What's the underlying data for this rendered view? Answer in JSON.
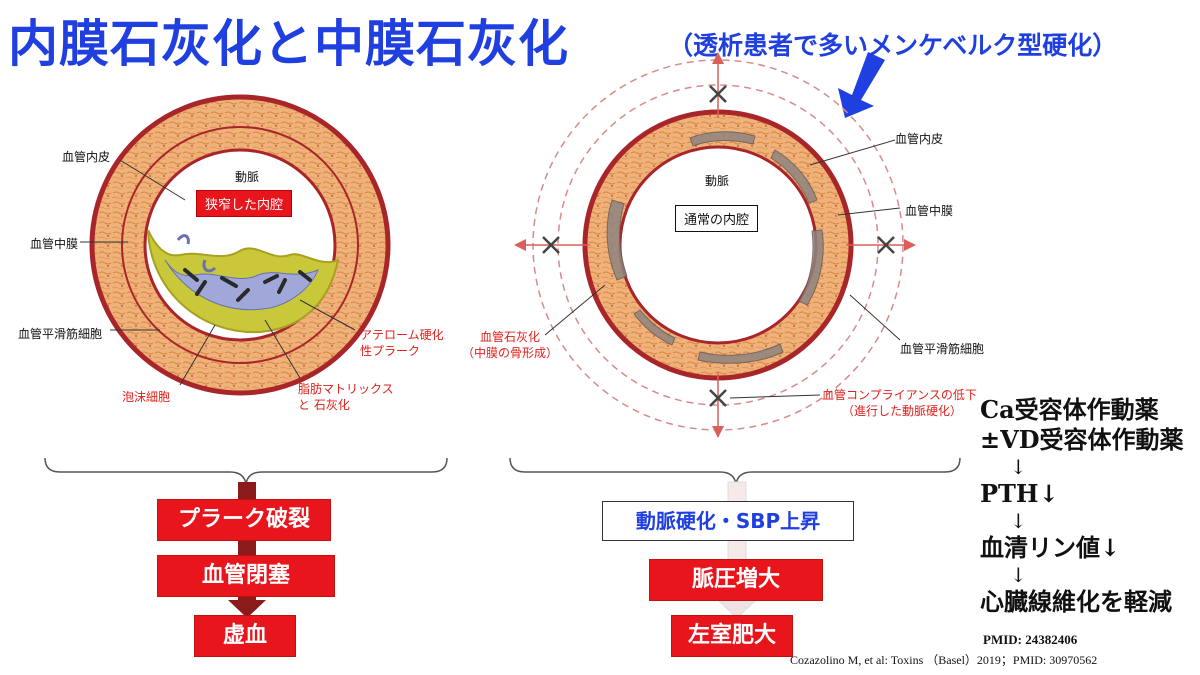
{
  "title": "内膜石灰化と中膜石灰化",
  "subtitle": "（透析患者で多いメンケベルク型硬化）",
  "colors": {
    "title_blue": "#1f3fe0",
    "alert_red": "#e8151d",
    "vessel_wall": "#e8a66a",
    "vessel_border": "#a8262a",
    "plaque_yellow": "#c8c83a",
    "dark_arrow": "#8b1a1a"
  },
  "left_diagram": {
    "labels": {
      "intima": "血管内皮",
      "artery": "動脈",
      "narrowed_lumen": "狭窄した内腔",
      "media": "血管中膜",
      "smooth_muscle": "血管平滑筋細胞",
      "atheroma_line1": "アテローム硬化",
      "atheroma_line2": "性プラーク",
      "foam_cell": "泡沫細胞",
      "lipid_line1": "脂肪マトリックス",
      "lipid_line2": "と 石灰化"
    }
  },
  "right_diagram": {
    "labels": {
      "intima": "血管内皮",
      "artery": "動脈",
      "normal_lumen": "通常の内腔",
      "media": "血管中膜",
      "calcification_line1": "血管石灰化",
      "calcification_line2": "（中膜の骨形成）",
      "smooth_muscle": "血管平滑筋細胞",
      "compliance_line1": "血管コンプライアンスの低下",
      "compliance_line2": "（進行した動脈硬化）"
    }
  },
  "left_flow": [
    "プラーク破裂",
    "血管閉塞",
    "虚血"
  ],
  "right_flow": [
    "動脈硬化・SBP上昇",
    "脈圧増大",
    "左室肥大"
  ],
  "side_chain": {
    "line1": "Ca受容体作動薬",
    "line2": "±VD受容体作動薬",
    "arrow": "↓",
    "pth": "PTH↓",
    "phosphate": "血清リン値↓",
    "fibrosis": "心臓線維化を軽減"
  },
  "pmid": "PMID: 24382406",
  "citation": "Cozazolino M, et al: Toxins （Basel）2019；PMID: 30970562"
}
